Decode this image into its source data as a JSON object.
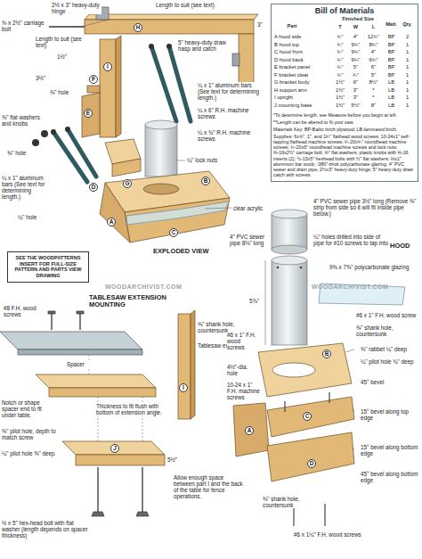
{
  "diagram": {
    "nodes": [
      {
        "text": [
          "Bill of Materials"
        ]
      },
      {
        "text": [
          "SEE THE WOODPATTERNS INSERT FOR FULL-SIZE PATTERN AND PARTS VIEW DRAWING"
        ]
      }
    ],
    "labels": [
      "Part",
      "Finished Size",
      "T",
      "W",
      "L",
      "Matl.",
      "Qty.",
      "A hood side",
      "¾\"",
      "4\"",
      "12¾\"",
      "BP",
      "2",
      "B hood top",
      "¾\"",
      "9¾\"",
      "8¼\"",
      "BP",
      "1",
      "C hood front",
      "¾\"",
      "9¾\"",
      "4\"",
      "BP",
      "1",
      "D hood back",
      "¾\"",
      "9¾\"",
      "6¾\"",
      "BP",
      "1",
      "E bracket panel",
      "¾\"",
      "5\"",
      "6\"",
      "BP",
      "1",
      "F bracket cleat",
      "¾\"",
      "¾\"",
      "5\"",
      "BP",
      "1",
      "G bracket body",
      "1½\"",
      "6\"",
      "8½\"",
      "LB",
      "1",
      "H support arm",
      "1½\"",
      "3\"",
      "*",
      "LB",
      "1",
      "I upright",
      "1½\"",
      "3\"",
      "*",
      "LB",
      "1",
      "J mounting base",
      "1½\"",
      "5½\"",
      "8\"",
      "LB",
      "1",
      "*To determine length, see Measure before you begin at left.",
      "**Length can be altered to fit your saw.",
      "Materials Key: BP-Baltic birch plywood; LB-laminated birch.",
      "Supplies: 6x⅝\", 1\", and 1¼\" flathead wood screws; 10-24x1\" self-tapping flathead machine screws; ¼-20x¾\" roundhead machine screws; ¼-20x6\" roundhead machine screws and lock nuts; ⅜-16x2½\" carriage bolt; ⅜\" flat washers; plastic knobs with ⅜-16 inserts (2); ½-13x5\" hexhead bolts with ½\" flat washers; ⅛x1\" aluminum bar stock; .080\"-thick polycarbonate glazing; 4\" PVC sewer and drain pipe; 2½x3\" heavy-duty hinge; 5\" heavy-duty draw catch with screws.",
      "2½ x 3\" heavy-duty hinge",
      "Length to suit (see text)",
      "3\"",
      "⅜ x 2½\" carriage bolt",
      "Length to suit (see text)",
      "1½\"",
      "3½\"",
      "⅜\" hole",
      "5\" heavy-duty draw hasp and catch",
      "E",
      "F",
      "H",
      "G",
      "I",
      "⅜\" flat washers and knobs",
      "¼ x 1\" aluminum bars (See text for determining length.)",
      "⅜\" hole",
      "¼ x 6\" R.H. machine screws",
      "¼ x ¾\" R.H. machine screws",
      "¼ x 1\" aluminum bars (See text for determining length.)",
      "¼\" hole",
      "¼\" lock nuts",
      "A",
      "B",
      "C",
      "D",
      "clear acrylic",
      "EXPLODED VIEW",
      "WOODARCHIVIST.COM",
      "WOODARCHIVIST.COM",
      "TABLESAW EXTENSION MOUNTING",
      "#8 F.H. wood screws",
      "⅜\" shank hole, countersunk",
      "Tablesaw extension",
      "Spacer",
      "I",
      "Notch or shape spacer end to fit under table.",
      "⅜\" pilot hole, depth to match screw",
      "Thickness to fit flush with bottom of extension angle.",
      "5½\"",
      "J",
      "¼\" pilot hole ⅝\" deep",
      "Allow enough space between part I and the back of the table for fence operations.",
      "½ x 5\" hex-head bolt with flat washer (length depends on spacer thickness)",
      "4\" PVC sewer pipe 3½\" long (Remove ⅜\" strip from side so it will fit inside pipe below.)",
      "4\" PVC sewer pipe 8⅛\" long",
      "¼\" holes drilled into side of pipe for #10 screws to tap into",
      "HOOD",
      "9⅜ x 7⅝\" polycarbonate glazing",
      "#6 x 1\" F.H. wood screw",
      "5⅞\"",
      "⅜\" shank hole, countersunk",
      "#6 x 1\" F.H. wood screws",
      "⅜\" rabbet ¼\" deep",
      "¼\" pilot hole ¾\" deep",
      "B",
      "4½\"-dia. hole",
      "45° bevel",
      "10-24 x 1\" F.H. machine screws",
      "C",
      "A",
      "15° bevel along top edge",
      "15° bevel along bottom edge",
      "D",
      "45° bevel along bottom edge",
      "⅜\" shank hole, countersunk",
      "#6 x 1¼\" F.H. wood screws"
    ]
  }
}
